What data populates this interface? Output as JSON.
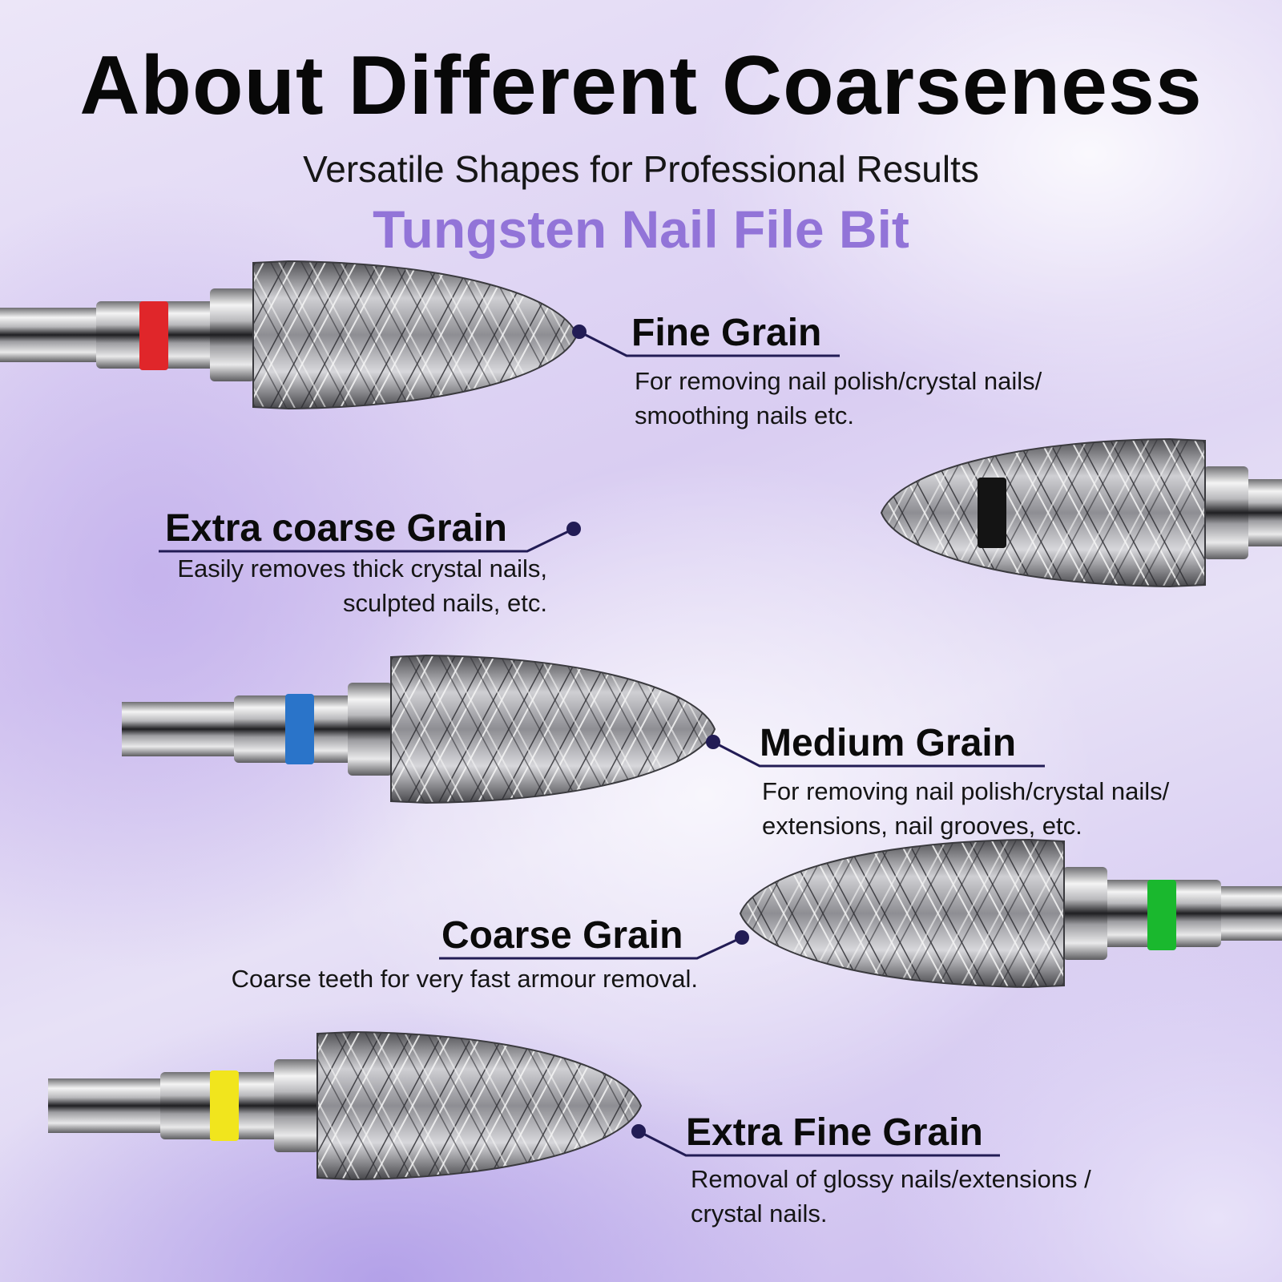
{
  "header": {
    "title": "About Different Coarseness",
    "subtitle": "Versatile Shapes for Professional Results",
    "product": "Tungsten Nail File Bit"
  },
  "colors": {
    "product_text": "#9274d8",
    "leader_line": "#221c55"
  },
  "grains": [
    {
      "name": "Fine Grain",
      "desc_line1": "For removing nail polish/crystal nails/",
      "desc_line2": "smoothing nails etc.",
      "ring_color": "#e0262a"
    },
    {
      "name": "Extra coarse Grain",
      "desc_line1": "Easily removes thick crystal nails,",
      "desc_line2": "sculpted nails, etc.",
      "ring_color": "#141414"
    },
    {
      "name": "Medium Grain",
      "desc_line1": "For removing nail polish/crystal nails/",
      "desc_line2": "extensions, nail grooves, etc.",
      "ring_color": "#2a74c9"
    },
    {
      "name": "Coarse Grain",
      "desc_line1": "Coarse teeth for very fast armour removal.",
      "ring_color": "#1ab82e"
    },
    {
      "name": "Extra Fine Grain",
      "desc_line1": "Removal of glossy nails/extensions /",
      "desc_line2": "crystal nails.",
      "ring_color": "#f1e51d"
    }
  ]
}
